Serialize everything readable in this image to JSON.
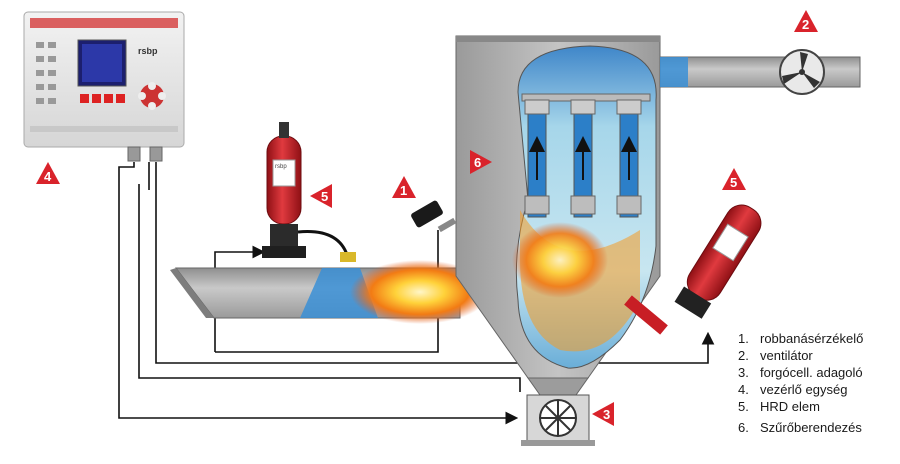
{
  "controller": {
    "brand": "rsbp",
    "cylinder_label": "rsbp"
  },
  "badges": [
    "1",
    "2",
    "3",
    "4",
    "5",
    "5",
    "6"
  ],
  "legend": {
    "items": [
      {
        "num": "1.",
        "text": "robbanásérzékelő"
      },
      {
        "num": "2.",
        "text": "ventilátor"
      },
      {
        "num": "3.",
        "text": "forgócell. adagoló"
      },
      {
        "num": "4.",
        "text": "vezérlő egység"
      },
      {
        "num": "5.",
        "text": "HRD elem"
      },
      {
        "num": "6.",
        "text": "Szűrőberendezés"
      }
    ]
  },
  "colors": {
    "badge_red": "#d9232b",
    "cylinder_red": "#c81e25",
    "duct_gray": "#a9a9a9",
    "flow_blue": "#2e86cf",
    "flame_orange": "#f08a1c"
  },
  "icons": [
    "fan-icon",
    "rotary-valve-icon",
    "arrow-icon",
    "warning-triangle-icon"
  ]
}
